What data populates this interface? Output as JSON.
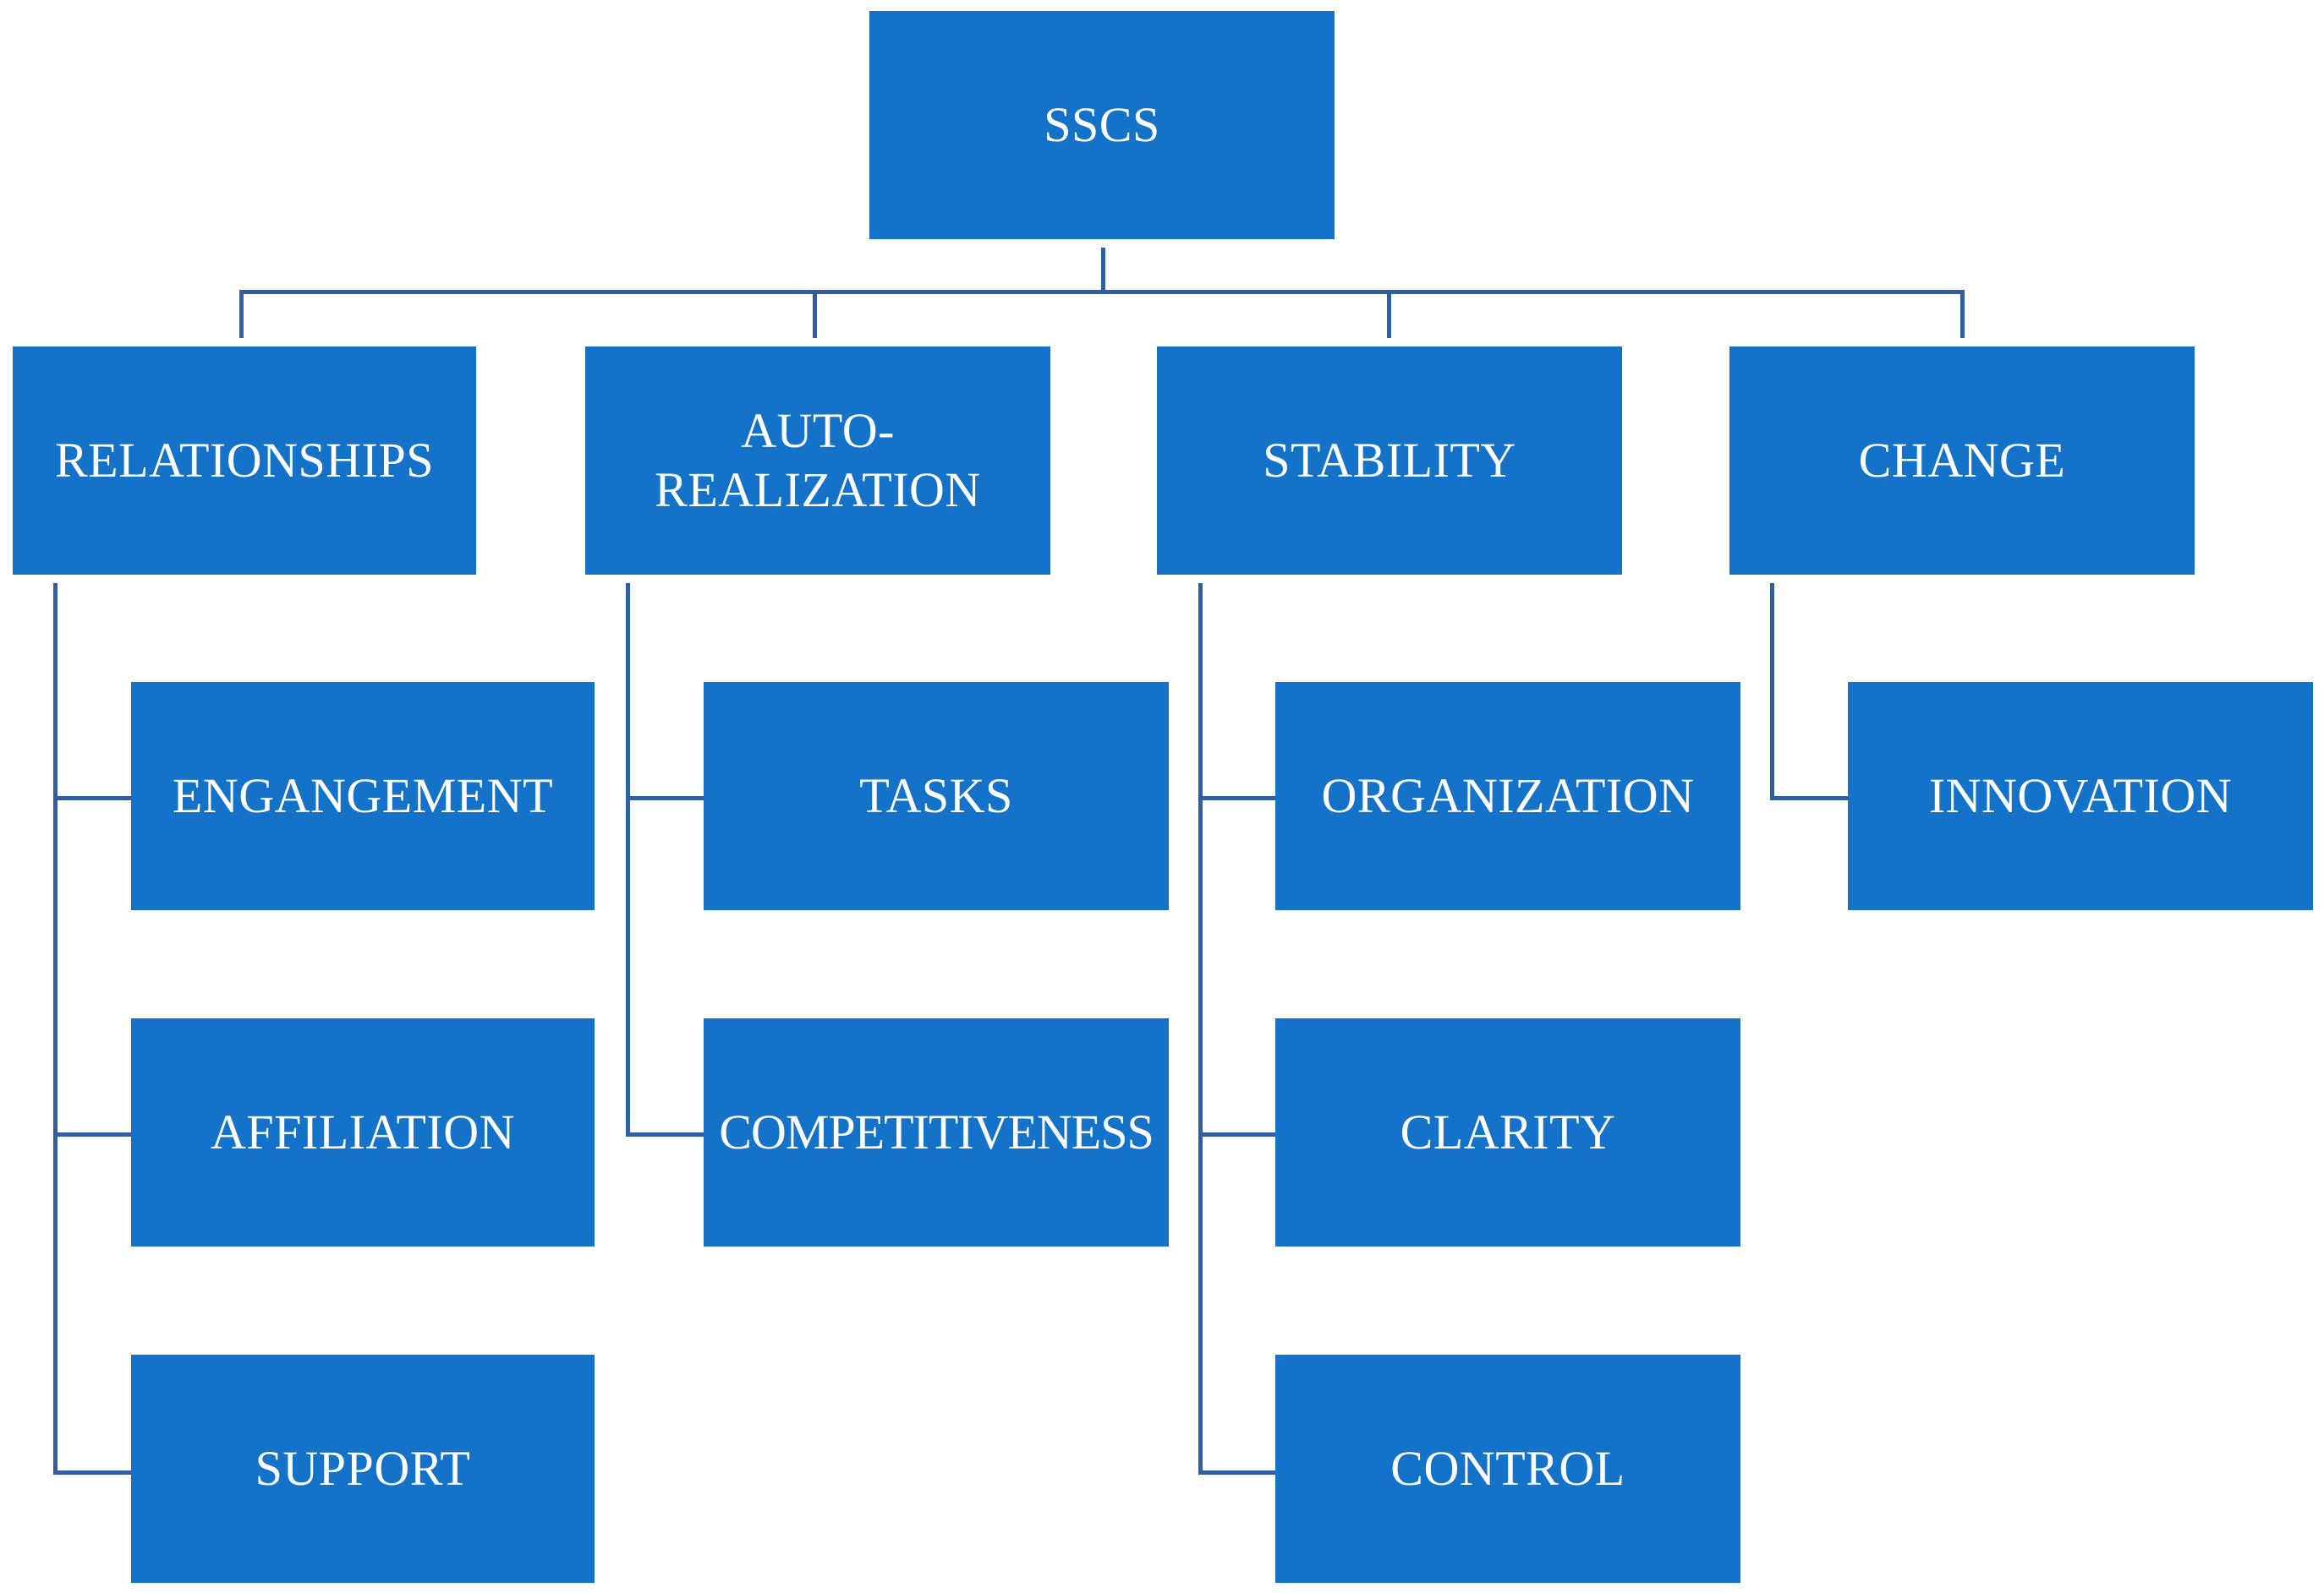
{
  "colors": {
    "box_fill": "#1472c8",
    "connector": "#2f5f9e",
    "text": "#ffffff"
  },
  "root": {
    "label": "SSCS"
  },
  "categories": [
    {
      "label": "RELATIONSHIPS",
      "children": [
        "ENGANGEMENT",
        "AFFILIATION",
        "SUPPORT"
      ]
    },
    {
      "label": "AUTO-\nREALIZATION",
      "children": [
        "TASKS",
        "COMPETITIVENESS"
      ]
    },
    {
      "label": "STABILITY",
      "children": [
        "ORGANIZATION",
        "CLARITY",
        "CONTROL"
      ]
    },
    {
      "label": "CHANGE",
      "children": [
        "INNOVATION"
      ]
    }
  ]
}
